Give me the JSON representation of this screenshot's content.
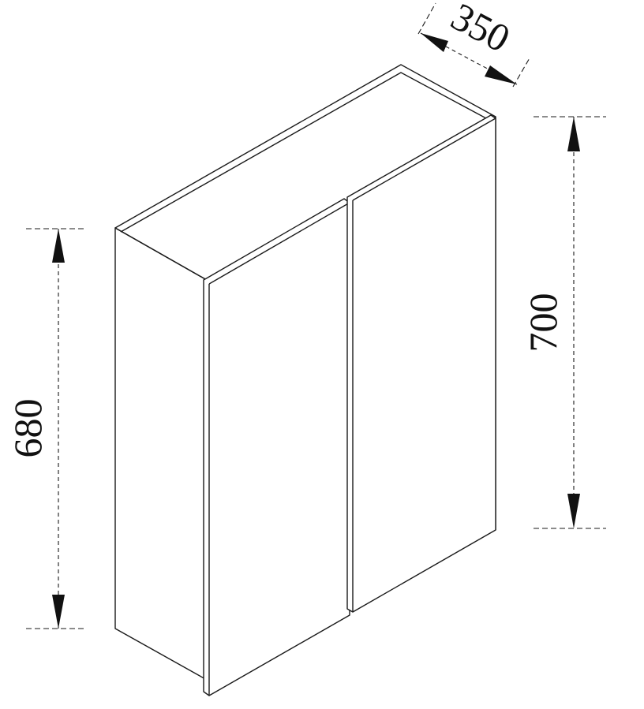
{
  "dimensions": {
    "depth": "350",
    "height_overall": "700",
    "height_door": "680"
  }
}
